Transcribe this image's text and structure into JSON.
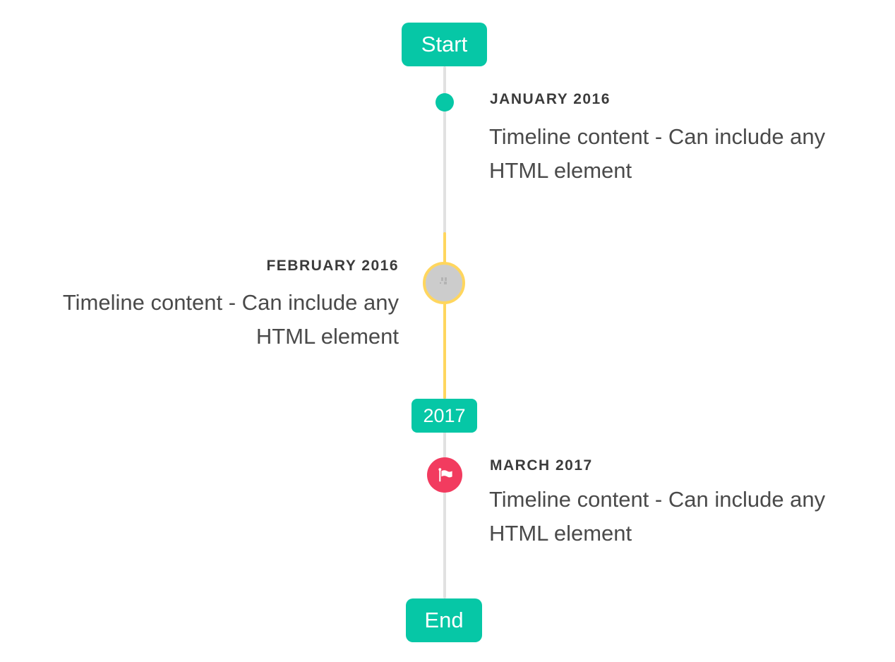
{
  "colors": {
    "teal": "#06c7a6",
    "yellow": "#ffd65e",
    "red": "#f23b5f",
    "line-gray": "#e1e1e1",
    "marker-gray": "#cccccc",
    "marker-inner-gray": "#ababab",
    "title-text": "#3b3b3b",
    "content-text": "#4a4a4a",
    "badge-text": "#ffffff",
    "background": "#ffffff"
  },
  "timeline": {
    "start_badge": "Start",
    "period_2017_badge": "2017",
    "end_badge": "End",
    "items": [
      {
        "title": "JANUARY 2016",
        "content": "Timeline content - Can include any HTML element",
        "side": "right",
        "marker": "teal-dot"
      },
      {
        "title": "FEBRUARY 2016",
        "content": "Timeline content - Can include any HTML element",
        "side": "left",
        "marker": "gray-circle-yellow-ring",
        "marker_icon": "broken-image-icon"
      },
      {
        "title": "MARCH 2017",
        "content": "Timeline content - Can include any HTML element",
        "side": "right",
        "marker": "red-circle",
        "marker_icon": "flag-icon"
      }
    ]
  }
}
